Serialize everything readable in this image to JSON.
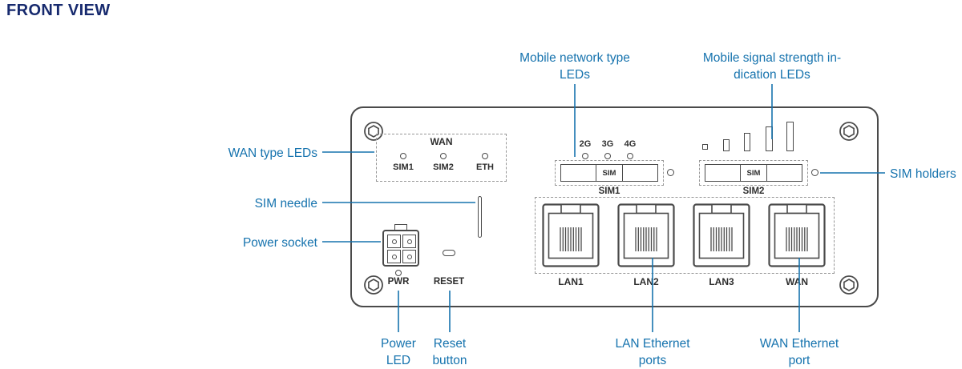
{
  "title": "FRONT VIEW",
  "colors": {
    "title_navy": "#172a6e",
    "callout_blue": "#1673ae",
    "outline_gray": "#4a4a4a"
  },
  "device": {
    "wan_led_panel": {
      "title": "WAN",
      "leds": [
        "SIM1",
        "SIM2",
        "ETH"
      ]
    },
    "network_type_leds": [
      "2G",
      "3G",
      "4G"
    ],
    "sim_slots": [
      {
        "slot_text": "SIM",
        "label": "SIM1"
      },
      {
        "slot_text": "SIM",
        "label": "SIM2"
      }
    ],
    "power_led_label": "PWR",
    "reset_button_label": "RESET",
    "ethernet_ports": [
      "LAN1",
      "LAN2",
      "LAN3",
      "WAN"
    ]
  },
  "callouts": {
    "mobile_network_type_leds": [
      "Mobile network type",
      "LEDs"
    ],
    "mobile_signal_strength_leds": [
      "Mobile signal strength in-",
      "dication LEDs"
    ],
    "wan_type_leds": "WAN type LEDs",
    "sim_needle": "SIM needle",
    "power_socket": "Power socket",
    "sim_holders": "SIM holders",
    "power_led": [
      "Power",
      "LED"
    ],
    "reset_button": [
      "Reset",
      "button"
    ],
    "lan_ethernet_ports": [
      "LAN Ethernet",
      "ports"
    ],
    "wan_ethernet_port": [
      "WAN Ethernet",
      "port"
    ]
  }
}
